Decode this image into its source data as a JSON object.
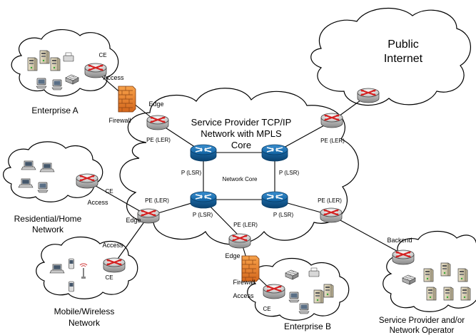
{
  "labels": {
    "public_internet_1": "Public",
    "public_internet_2": "Internet",
    "core_title_1": "Service Provider TCP/IP",
    "core_title_2": "Network with MPLS",
    "core_title_3": "Core",
    "network_core": "Network Core",
    "p_lsr": "P (LSR)",
    "pe_ler": "PE (LER)",
    "edge": "Edge",
    "ce": "CE",
    "access": "Access",
    "firewall": "Firewall",
    "backend": "Backend",
    "enterprise_a": "Enterprise A",
    "enterprise_b": "Enterprise B",
    "residential_1": "Residential/Home",
    "residential_2": "Network",
    "mobile_1": "Mobile/Wireless",
    "mobile_2": "Network",
    "sp_operator_1": "Service Provider and/or",
    "sp_operator_2": "Network Operator"
  },
  "icons": {
    "edge_router": "router-icon",
    "core_router": "core-router-icon",
    "firewall": "firewall-icon",
    "host_devices": [
      "server-icon",
      "pc-icon",
      "laptop-icon",
      "switch-icon",
      "printer-icon",
      "phone-icon",
      "antenna-icon"
    ]
  },
  "colors": {
    "core_router": "#1b6cab",
    "router_arrows": "#d42020",
    "firewall": "#e8842f",
    "cloud_stroke": "#000000"
  }
}
